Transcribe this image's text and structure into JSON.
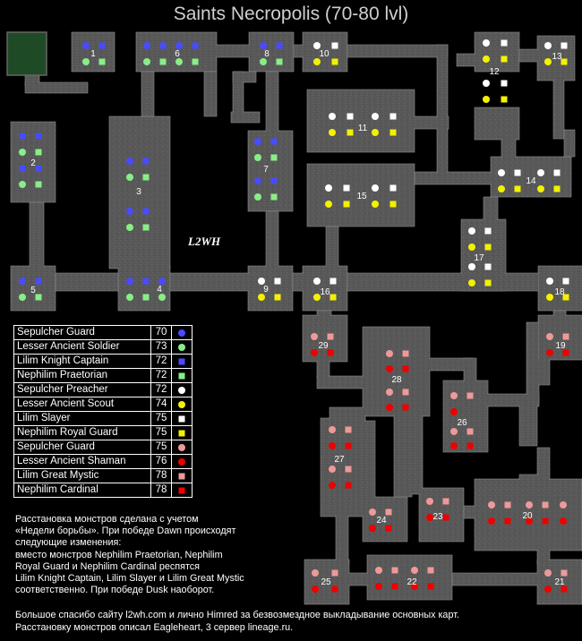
{
  "title": "Saints Necropolis (70-80 lvl)",
  "brand": "L2WH",
  "colors": {
    "floor": "#585858",
    "floor_edge": "#8a8a8a",
    "teleport_tile": "#1f4a26",
    "blue": "#4a4aff",
    "green": "#88ee88",
    "white": "#ffffff",
    "yellow": "#f2f200",
    "pink": "#ee9999",
    "red": "#ee0000"
  },
  "rooms": [
    "1",
    "2",
    "3",
    "4",
    "5",
    "6",
    "7",
    "8",
    "9",
    "10",
    "11",
    "12",
    "13",
    "14",
    "15",
    "16",
    "17",
    "18",
    "19",
    "20",
    "21",
    "22",
    "23",
    "24",
    "25",
    "26",
    "27",
    "28",
    "29"
  ],
  "legend": [
    {
      "name": "Sepulcher Guard",
      "level": "70",
      "color": "blue",
      "shape": "circle"
    },
    {
      "name": "Lesser Ancient Soldier",
      "level": "73",
      "color": "green",
      "shape": "circle"
    },
    {
      "name": "Lilim Knight Captain",
      "level": "72",
      "color": "blue",
      "shape": "square"
    },
    {
      "name": "Nephilim Praetorian",
      "level": "72",
      "color": "green",
      "shape": "square"
    },
    {
      "name": "Sepulcher Preacher",
      "level": "72",
      "color": "white",
      "shape": "circle"
    },
    {
      "name": "Lesser Ancient Scout",
      "level": "74",
      "color": "yellow",
      "shape": "circle"
    },
    {
      "name": "Lilim Slayer",
      "level": "75",
      "color": "white",
      "shape": "square"
    },
    {
      "name": "Nephilim Royal Guard",
      "level": "75",
      "color": "yellow",
      "shape": "square"
    },
    {
      "name": "Sepulcher Guard",
      "level": "75",
      "color": "pink",
      "shape": "circle"
    },
    {
      "name": "Lesser Ancient Shaman",
      "level": "76",
      "color": "red",
      "shape": "circle"
    },
    {
      "name": "Lilim Great Mystic",
      "level": "78",
      "color": "pink",
      "shape": "square"
    },
    {
      "name": "Nephilim Cardinal",
      "level": "78",
      "color": "red",
      "shape": "square"
    }
  ],
  "notes": [
    "Расстановка монстров сделана с учетом",
    "«Недели борьбы». При победе Dawn происходят",
    "следующие изменения:",
    "вместо монстров Nephilim Praetorian, Nephilim",
    "Royal Guard и Nephilim Cardinal респятся",
    "Lilim Knight Captain, Lilim Slayer и Lilim Great Mystic",
    "соответственно. При победе Dusk наоборот."
  ],
  "credits": [
    "Большое спасибо сайту l2wh.com и лично Himred за безвозмездное выкладывание основных карт.",
    "Расстановку монстров описал Eagleheart, 3 сервер lineage.ru."
  ]
}
